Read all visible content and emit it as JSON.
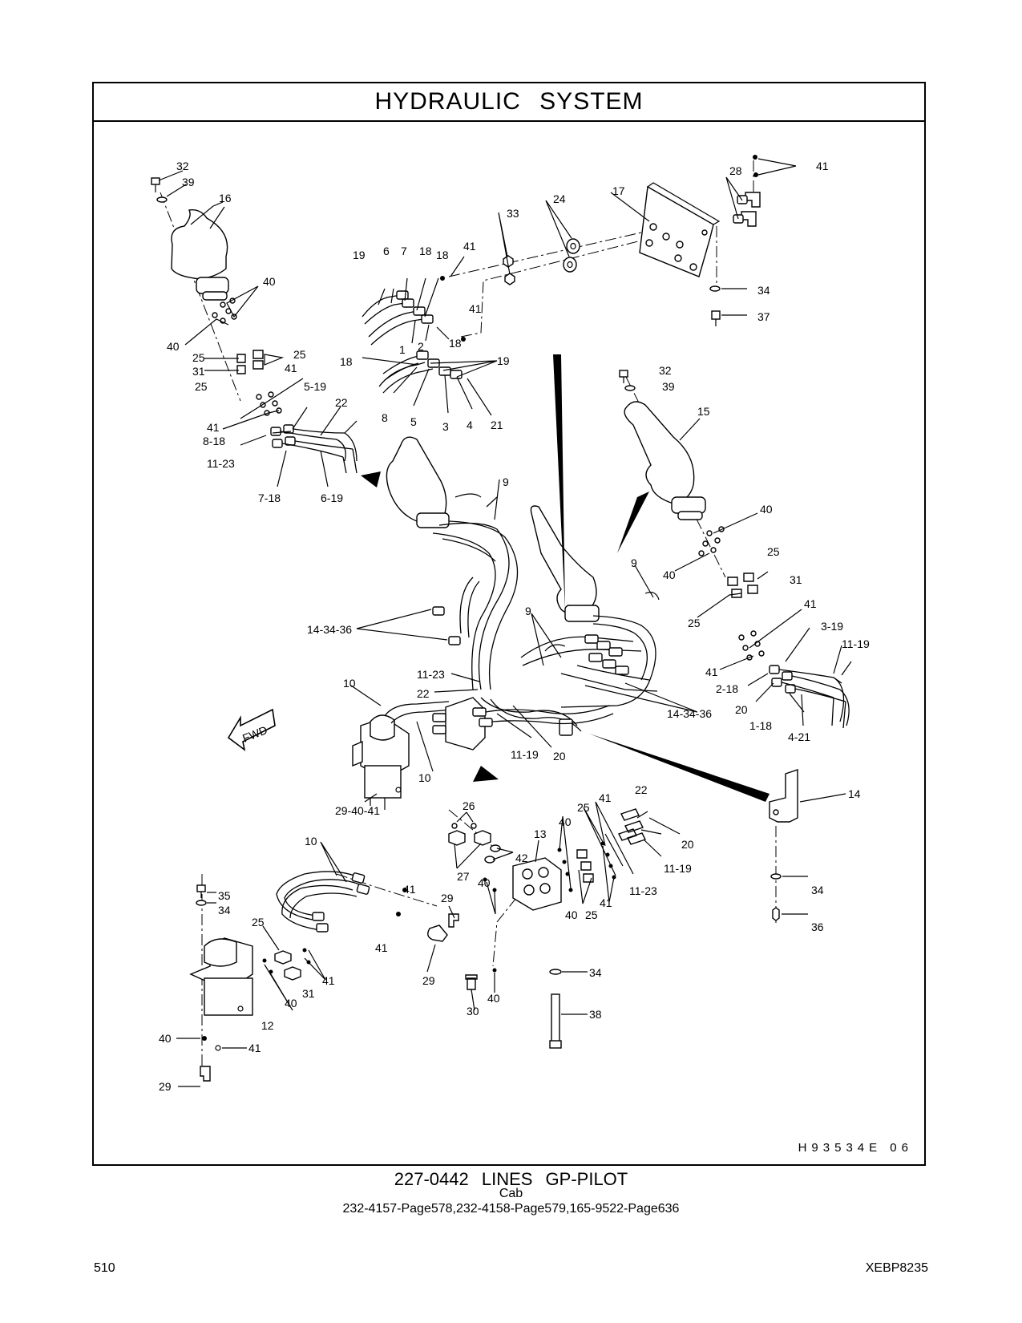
{
  "header": {
    "title": "HYDRAULIC   SYSTEM"
  },
  "figure": {
    "id": "H93534E   06",
    "direction_label": "FWD",
    "callouts": {
      "c_32a": "32",
      "c_39a": "39",
      "c_16": "16",
      "c_40a": "40",
      "c_40b": "40",
      "c_25a": "25",
      "c_25b": "25",
      "c_31a": "31",
      "c_25c": "25",
      "c_41a": "41",
      "c_5_19": "5-19",
      "c_22a": "22",
      "c_41b": "41",
      "c_8_18": "8-18",
      "c_11_23a": "11-23",
      "c_7_18": "7-18",
      "c_6_19": "6-19",
      "c_19a": "19",
      "c_6": "6",
      "c_7": "7",
      "c_18a": "18",
      "c_18b": "18",
      "c_41c": "41",
      "c_41d": "41",
      "c_1": "1",
      "c_2": "2",
      "c_18c": "18",
      "c_18d": "18",
      "c_19b": "19",
      "c_8": "8",
      "c_5": "5",
      "c_3": "3",
      "c_4": "4",
      "c_21": "21",
      "c_33": "33",
      "c_24": "24",
      "c_17": "17",
      "c_28": "28",
      "c_41e": "41",
      "c_34a": "34",
      "c_37": "37",
      "c_32b": "32",
      "c_39b": "39",
      "c_15": "15",
      "c_9a": "9",
      "c_9b": "9",
      "c_9c": "9",
      "c_40c": "40",
      "c_40d": "40",
      "c_25d": "25",
      "c_31b": "31",
      "c_25e": "25",
      "c_41f": "41",
      "c_3_19": "3-19",
      "c_11_19a": "11-19",
      "c_41g": "41",
      "c_2_18": "2-18",
      "c_20a": "20",
      "c_1_18": "1-18",
      "c_4_21": "4-21",
      "c_14_34_36a": "14-34-36",
      "c_11_23b": "11-23",
      "c_22b": "22",
      "c_10a": "10",
      "c_10b": "10",
      "c_14_34_36b": "14-34-36",
      "c_11_19b": "11-19",
      "c_20b": "20",
      "c_29_40_41": "29-40-41",
      "c_14": "14",
      "c_26": "26",
      "c_10c": "10",
      "c_27": "27",
      "c_42": "42",
      "c_13": "13",
      "c_40e": "40",
      "c_25f": "25",
      "c_41h": "41",
      "c_22c": "22",
      "c_20c": "20",
      "c_11_19c": "11-19",
      "c_11_23c": "11-23",
      "c_41i": "41",
      "c_40f": "40",
      "c_25g": "25",
      "c_40g": "40",
      "c_41j": "41",
      "c_29a": "29",
      "c_41k": "41",
      "c_29b": "29",
      "c_35": "35",
      "c_34b": "34",
      "c_25h": "25",
      "c_41l": "41",
      "c_40h": "40",
      "c_31c": "31",
      "c_12": "12",
      "c_40i": "40",
      "c_41m": "41",
      "c_29c": "29",
      "c_34c": "34",
      "c_36": "36",
      "c_34d": "34",
      "c_38": "38",
      "c_40j": "40",
      "c_30": "30"
    }
  },
  "caption": {
    "title": "227-0442   LINES GP-PILOT",
    "subtitle": "Cab",
    "references": "232-4157-Page578,232-4158-Page579,165-9522-Page636"
  },
  "footer": {
    "page_number": "510",
    "document_code": "XEBP8235"
  }
}
